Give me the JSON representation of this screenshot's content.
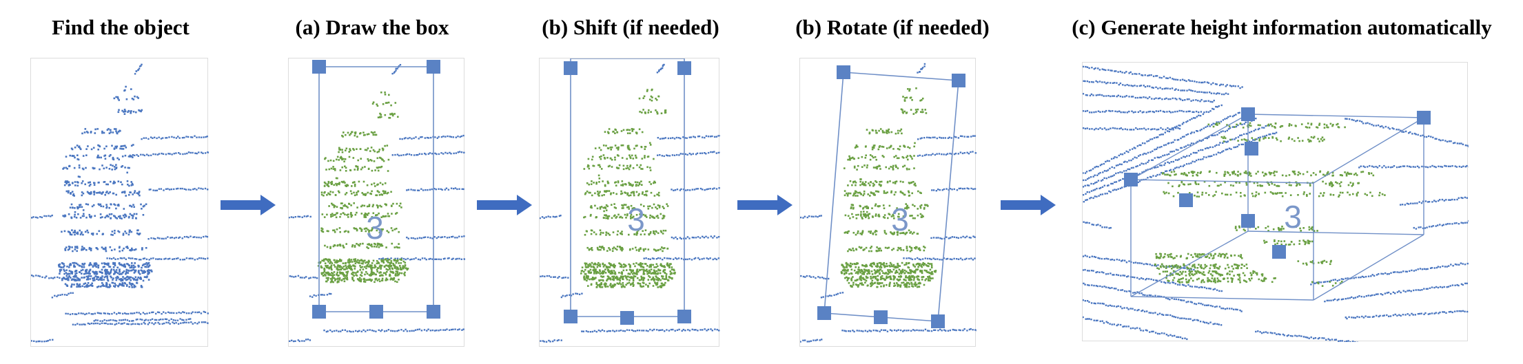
{
  "steps": [
    {
      "title": "Find the object"
    },
    {
      "title": "(a) Draw the box",
      "label": "3"
    },
    {
      "title": "(b) Shift (if needed)",
      "label": "3"
    },
    {
      "title": "(b) Rotate (if needed)",
      "label": "3"
    },
    {
      "title": "(c) Generate height information automatically",
      "label": "3"
    }
  ],
  "colors": {
    "ground_points": "#4a76c0",
    "object_points": "#6aa043",
    "handle": "#5a82c4",
    "box_line": "#6f8fc7",
    "arrow": "#3f6cc0"
  }
}
